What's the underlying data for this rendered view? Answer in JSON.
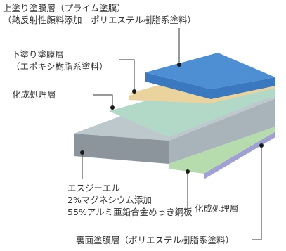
{
  "labels": {
    "top_coat": {
      "line1": "上塗り塗膜層（プライム塗膜）",
      "line2": "（熱反射性顔料添加　ポリエステル樹脂系塗料）"
    },
    "primer": {
      "line1": "下塗り塗膜層",
      "line2": "（エポキシ樹脂系塗料）"
    },
    "conversion_top": "化成処理層",
    "substrate": {
      "line1": "エスジーエル",
      "line2": "2%マグネシウム添加",
      "line3": "55%アルミ亜鉛合金めっき鋼板"
    },
    "conversion_bottom": "化成処理層",
    "back_coat": "裏面塗膜層（ポリエステル樹脂系塗料）"
  },
  "colors": {
    "top_coat_top": "#4e8fd3",
    "top_coat_front": "#3a78bf",
    "primer_top": "#ead39c",
    "conversion_top": "#b2d9c8",
    "steel_top": "#bcc8cc",
    "steel_front": "#8b959b",
    "steel_side": "#a8b4b9",
    "conversion_bottom": "#b6dcae",
    "back_coat": "#9fa0d3",
    "leader": "#333333",
    "dot": "#1a1a1a"
  }
}
